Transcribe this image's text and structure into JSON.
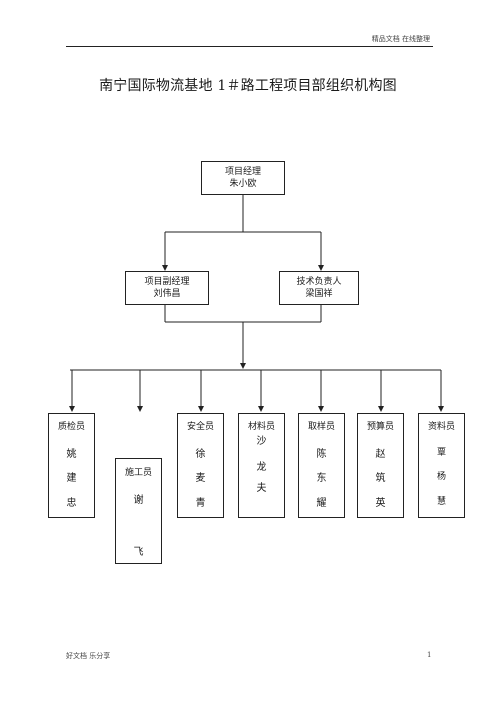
{
  "header": {
    "tag": "精品文档 在线整理"
  },
  "title": "南宁国际物流基地 1＃路工程项目部组织机构图",
  "org": {
    "manager": {
      "role": "项目经理",
      "name": "朱小欧"
    },
    "deputy": {
      "role": "项目副经理",
      "name": "刘伟昌"
    },
    "tech": {
      "role": "技术负责人",
      "name": "梁国祥"
    },
    "members": [
      {
        "role": "质检员",
        "chars": [
          "姚",
          "建",
          "忠"
        ]
      },
      {
        "role": "施工员",
        "chars": [
          "谢",
          "飞"
        ]
      },
      {
        "role": "安全员",
        "chars": [
          "徐",
          "麦",
          "青"
        ]
      },
      {
        "role": "材料员",
        "chars": [
          "沙",
          "龙",
          "夫"
        ]
      },
      {
        "role": "取样员",
        "chars": [
          "陈",
          "东",
          "耀"
        ]
      },
      {
        "role": "预算员",
        "chars": [
          "赵",
          "筑",
          "英"
        ]
      },
      {
        "role": "资料员",
        "chars": [
          "覃",
          "杨",
          "慧"
        ]
      }
    ]
  },
  "footer": {
    "left": "好文档 乐分享",
    "page": "1"
  }
}
